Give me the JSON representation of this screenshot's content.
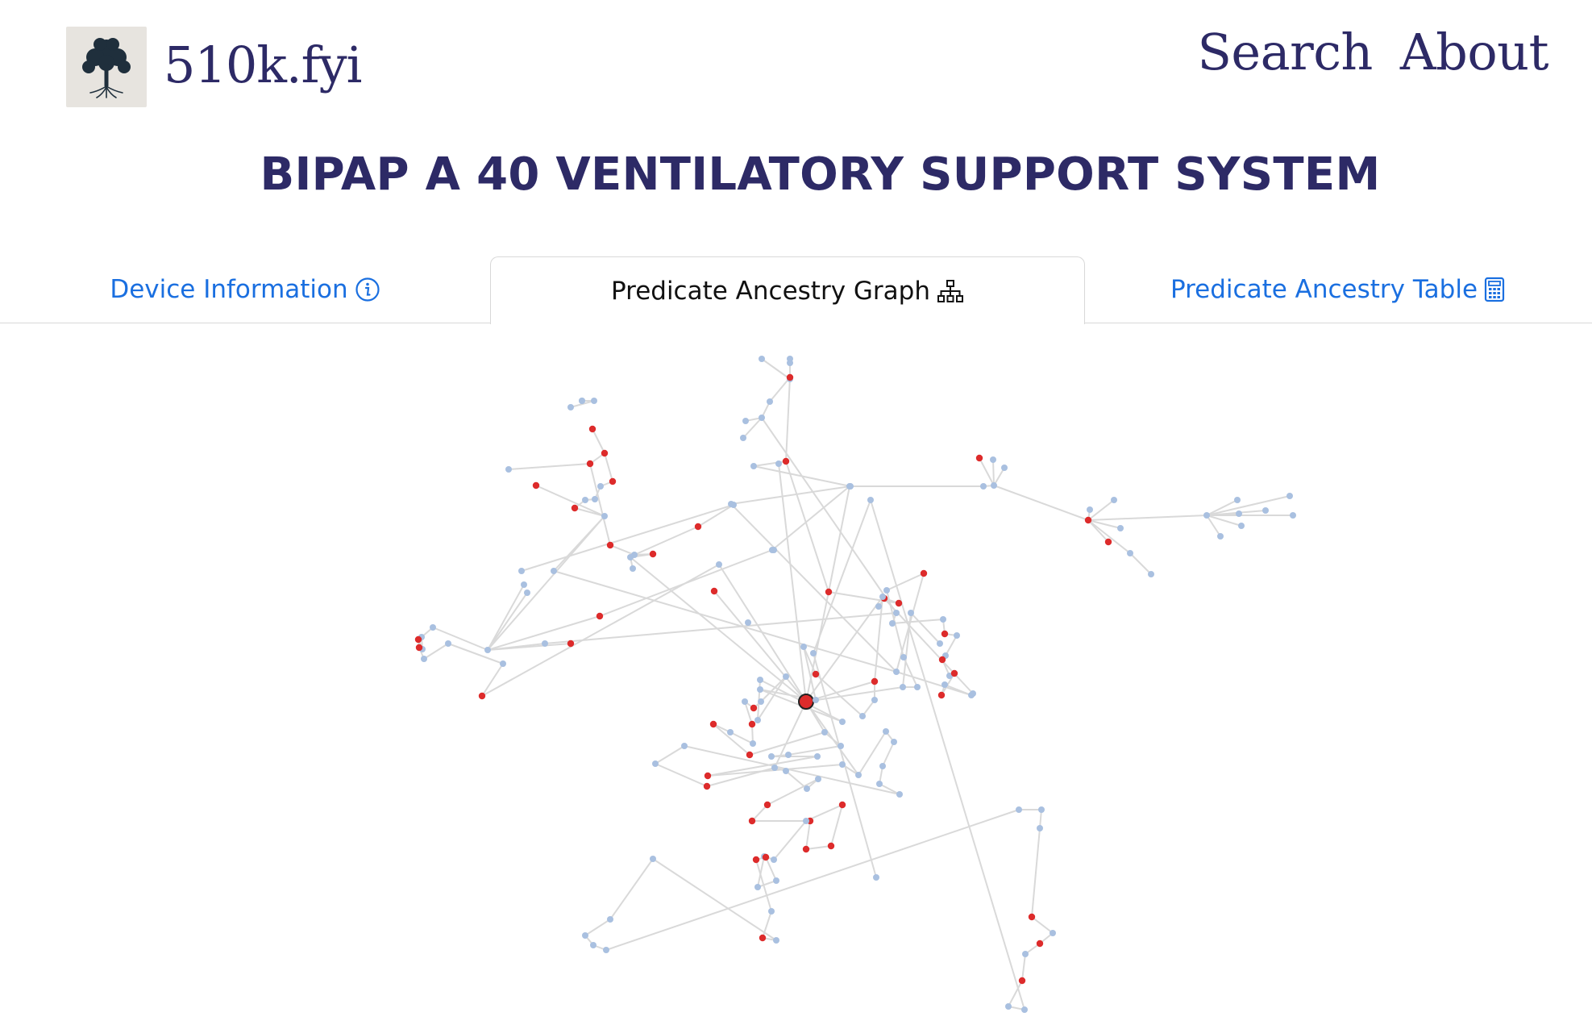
{
  "header": {
    "brand": "510k.fyi",
    "nav": [
      {
        "label": "Search"
      },
      {
        "label": "About"
      }
    ]
  },
  "device": {
    "title": "BIPAP A 40 VENTILATORY SUPPORT SYSTEM"
  },
  "tabs": [
    {
      "label": "Device Information",
      "icon": "info-circle-icon",
      "active": false
    },
    {
      "label": "Predicate Ancestry Graph",
      "icon": "hierarchy-icon",
      "active": true
    },
    {
      "label": "Predicate Ancestry Table",
      "icon": "calculator-icon",
      "active": false
    }
  ],
  "colors": {
    "brand_text": "#2d2a66",
    "tab_link": "#1a6fe0",
    "node_predicate": "#a9c0e0",
    "node_highlight": "#dd2b2b",
    "edge": "#d9d9d9"
  }
}
